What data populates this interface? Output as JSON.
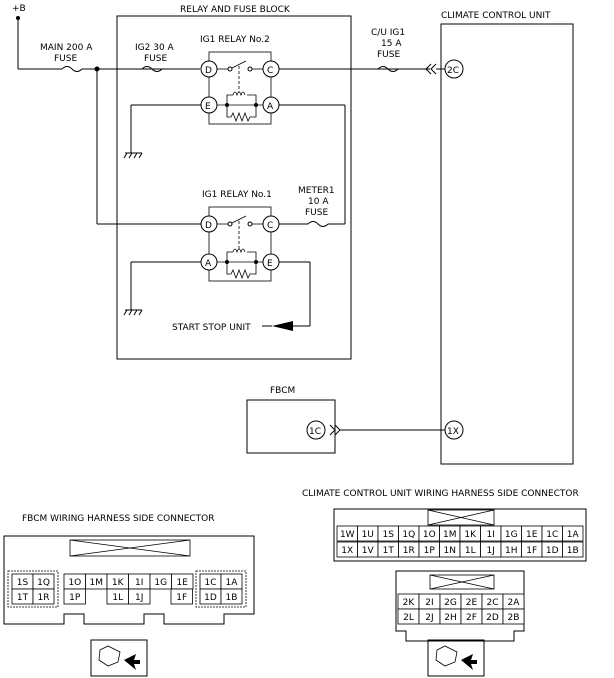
{
  "supply_label": "+B",
  "main_fuse": {
    "line1": "MAIN 200 A",
    "line2": "FUSE"
  },
  "relay_block": {
    "title": "RELAY AND FUSE BLOCK",
    "ig2_fuse": {
      "line1": "IG2 30 A",
      "line2": "FUSE"
    },
    "relay2": {
      "title": "IG1 RELAY No.2",
      "pin_d": "D",
      "pin_c": "C",
      "pin_e": "E",
      "pin_a": "A"
    },
    "relay1": {
      "title": "IG1 RELAY No.1",
      "pin_d": "D",
      "pin_c": "C",
      "pin_a": "A",
      "pin_e": "E"
    },
    "meter_fuse": {
      "line1": "METER1",
      "line2": "10 A",
      "line3": "FUSE"
    },
    "start_stop": "START STOP UNIT"
  },
  "cu_fuse": {
    "line1": "C/U IG1",
    "line2": "15 A",
    "line3": "FUSE"
  },
  "climate_unit": {
    "title": "CLIMATE CONTROL UNIT",
    "pin_2c": "2C",
    "pin_1x": "1X"
  },
  "fbcm": {
    "title": "FBCM",
    "pin_1c": "1C"
  },
  "fbcm_connector": {
    "title": "FBCM WIRING HARNESS SIDE CONNECTOR",
    "left_top": [
      "1S",
      "1Q"
    ],
    "left_bottom": [
      "1T",
      "1R"
    ],
    "mid_top": [
      "1O",
      "1M",
      "1K",
      "1I",
      "1G",
      "1E"
    ],
    "mid_bottom": [
      "1P",
      "1L",
      "1J",
      "1F"
    ],
    "right_top": [
      "1C",
      "1A"
    ],
    "right_bottom": [
      "1D",
      "1B"
    ]
  },
  "cu_connector": {
    "title": "CLIMATE CONTROL UNIT WIRING HARNESS SIDE CONNECTOR",
    "row1": [
      "1W",
      "1U",
      "1S",
      "1Q",
      "1O",
      "1M",
      "1K",
      "1I",
      "1G",
      "1E",
      "1C",
      "1A"
    ],
    "row2": [
      "1X",
      "1V",
      "1T",
      "1R",
      "1P",
      "1N",
      "1L",
      "1J",
      "1H",
      "1F",
      "1D",
      "1B"
    ],
    "row3": [
      "2K",
      "2I",
      "2G",
      "2E",
      "2C",
      "2A"
    ],
    "row4": [
      "2L",
      "2J",
      "2H",
      "2F",
      "2D",
      "2B"
    ]
  }
}
